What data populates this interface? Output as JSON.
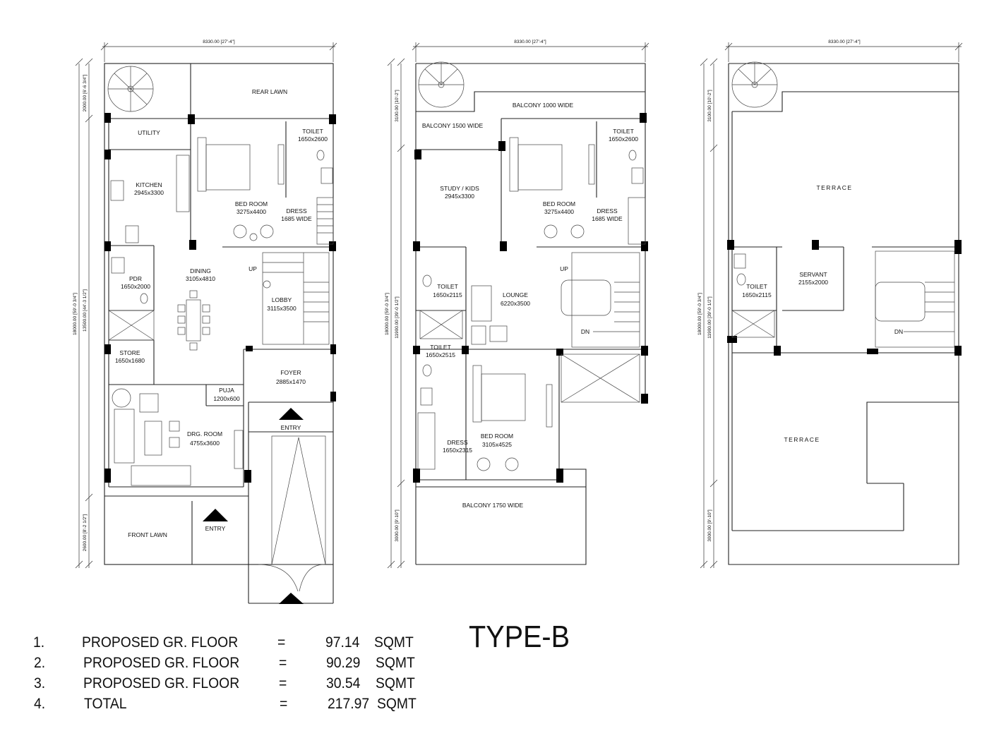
{
  "title": "TYPE-B",
  "plans": {
    "ground": {
      "width_dim": "8330.00 [27'-4\"]",
      "rooms": {
        "rear_lawn": "REAR LAWN",
        "utility": "UTILITY",
        "toilet": "TOILET",
        "toilet_size": "1650x2600",
        "kitchen": "KITCHEN",
        "kitchen_size": "2945x3300",
        "bedroom": "BED ROOM",
        "bedroom_size": "3275x4400",
        "dress": "DRESS",
        "dress_size": "1685 WIDE",
        "dining": "DINING",
        "dining_size": "3105x4810",
        "pdr": "PDR",
        "pdr_size": "1650x2000",
        "lobby": "LOBBY",
        "lobby_size": "3115x3500",
        "up": "UP",
        "store": "STORE",
        "store_size": "1650x1680",
        "foyer": "FOYER",
        "foyer_size": "2885x1470",
        "puja": "PUJA",
        "puja_size": "1200x600",
        "drg_room": "DRG. ROOM",
        "drg_room_size": "4755x3600",
        "entry_car": "ENTRY",
        "front_lawn": "FRONT LAWN",
        "entry": "ENTRY"
      },
      "side_dims": {
        "overall": "18000.00 [59'-0 3/4\"]",
        "middle": "13500.00 [44'-3 1/2\"]",
        "top": "2000.00 [6'-6 3/4\"]",
        "bottom": "2600.00 [8'-2 1/2\"]"
      }
    },
    "first": {
      "width_dim": "8330.00 [27'-4\"]",
      "rooms": {
        "balcony_top": "BALCONY 1000 WIDE",
        "balcony_left": "BALCONY 1500 WIDE",
        "toilet": "TOILET",
        "toilet_size": "1650x2600",
        "study": "STUDY / KIDS",
        "study_size": "2945x3300",
        "bedroom": "BED ROOM",
        "bedroom_size": "3275x4400",
        "dress": "DRESS",
        "dress_size": "1685 WIDE",
        "up": "UP",
        "toilet2": "TOILET",
        "toilet2_size": "1650x2115",
        "lounge": "LOUNGE",
        "lounge_size": "6220x3500",
        "dn": "DN",
        "toilet3": "TOILET",
        "toilet3_size": "1650x2515",
        "dress2": "DRESS",
        "dress2_size": "1650x2315",
        "bedroom2": "BED ROOM",
        "bedroom2_size": "3105x4525",
        "balcony_front": "BALCONY 1750 WIDE"
      },
      "side_dims": {
        "overall": "18000.00 [59'-0 3/4\"]",
        "middle": "11900.00 [39'-0 1/2\"]",
        "top": "3100.00 [10'-2\"]",
        "bottom": "3000.00 [9'-10\"]"
      }
    },
    "terrace": {
      "width_dim": "8330.00 [27'-4\"]",
      "rooms": {
        "terrace_top": "TERRACE",
        "toilet": "TOILET",
        "toilet_size": "1650x2115",
        "servant": "SERVANT",
        "servant_size": "2155x2000",
        "dn": "DN",
        "terrace_bottom": "TERRACE"
      },
      "side_dims": {
        "overall": "18000.00 [59'-0 3/4\"]",
        "middle": "11900.00 [39'-0 1/2\"]",
        "top": "3100.00 [10'-2\"]",
        "bottom": "3000.00 [9'-10\"]"
      }
    }
  },
  "areas": [
    {
      "num": "1.",
      "label": "PROPOSED GR. FLOOR",
      "eq": "=",
      "value": "97.14",
      "unit": "SQMT"
    },
    {
      "num": "2.",
      "label": "PROPOSED GR. FLOOR",
      "eq": "=",
      "value": "90.29",
      "unit": "SQMT"
    },
    {
      "num": "3.",
      "label": "PROPOSED GR. FLOOR",
      "eq": "=",
      "value": "30.54",
      "unit": "SQMT"
    },
    {
      "num": "4.",
      "label": "TOTAL",
      "eq": "=",
      "value": "217.97",
      "unit": "SQMT"
    }
  ]
}
